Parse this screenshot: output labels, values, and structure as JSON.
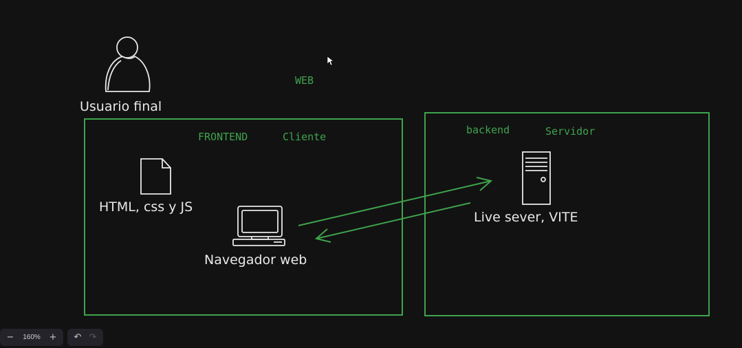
{
  "labels": {
    "web": "WEB",
    "usuario": "Usuario final",
    "frontend": "FRONTEND",
    "cliente": "Cliente",
    "html": "HTML, css y JS",
    "navegador": "Navegador web",
    "backend": "backend",
    "servidor": "Servidor",
    "live": "Live sever, VITE"
  },
  "colors": {
    "accent": "#3fa34d",
    "stroke": "#e8e8e8",
    "background": "#121212"
  },
  "toolbar": {
    "zoom_out": "−",
    "zoom_level": "160%",
    "zoom_in": "+",
    "undo": "↶",
    "redo": "↷"
  }
}
